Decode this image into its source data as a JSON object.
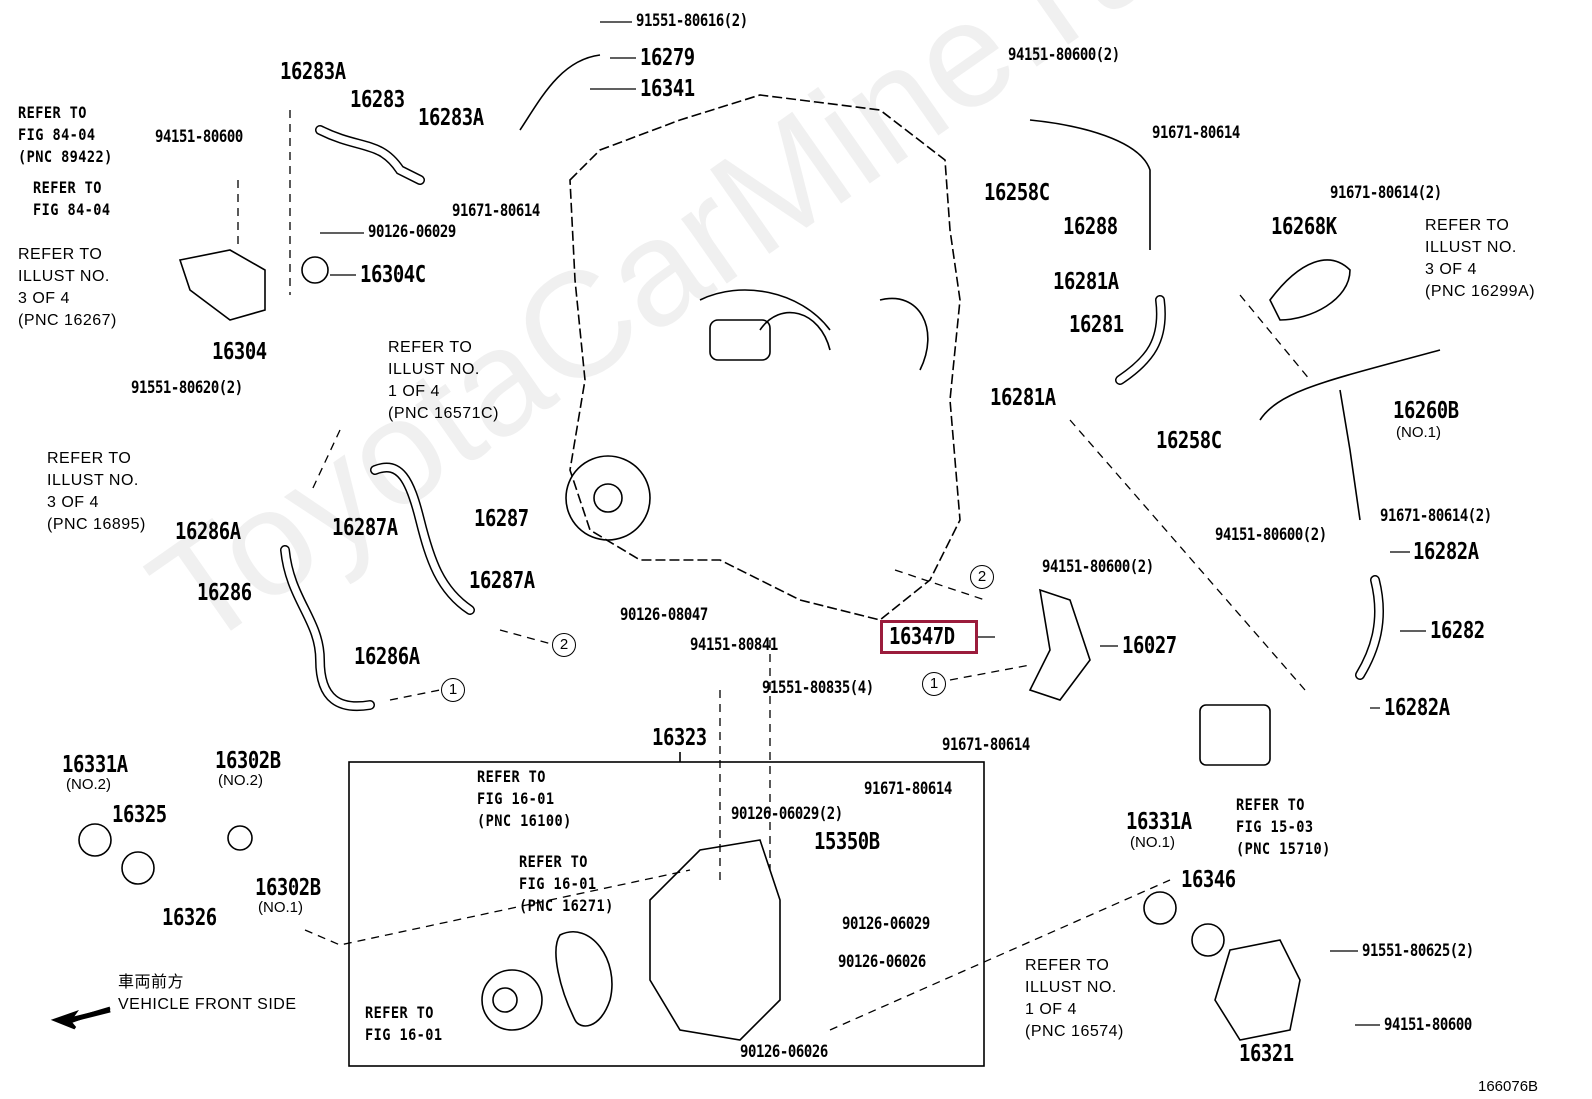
{
  "watermark": "ToyotaCarMine.ru",
  "highlight_color": "#9b1c3c",
  "figure_id": "166076B",
  "vehicle_front": {
    "jp": "車両前方",
    "en": "VEHICLE FRONT SIDE"
  },
  "callouts": [
    "1",
    "2"
  ],
  "parts": {
    "p91551_80616": "91551-80616(2)",
    "p16279": "16279",
    "p16341": "16341",
    "p16283A_a": "16283A",
    "p16283": "16283",
    "p16283A_b": "16283A",
    "p94151_80600_l": "94151-80600",
    "p91671_80614_t": "91671-80614",
    "p90126_06029_t": "90126-06029",
    "p16304C": "16304C",
    "p16304": "16304",
    "p91551_80620": "91551-80620(2)",
    "p16286A_a": "16286A",
    "p16287A_a": "16287A",
    "p16287": "16287",
    "p16286": "16286",
    "p16287A_b": "16287A",
    "p16286A_b": "16286A",
    "p90126_08047": "90126-08047",
    "p94151_80841": "94151-80841",
    "p91551_80835": "91551-80835(4)",
    "p16323": "16323",
    "p16331A_2": "16331A",
    "p16331A_2_sub": "(NO.2)",
    "p16325": "16325",
    "p16302B_2": "16302B",
    "p16302B_2_sub": "(NO.2)",
    "p16302B_1": "16302B",
    "p16302B_1_sub": "(NO.1)",
    "p16326": "16326",
    "p91671_80614_m": "91671-80614",
    "p90126_06029_2": "90126-06029(2)",
    "p15350B": "15350B",
    "p90126_06029_b": "90126-06029",
    "p90126_06026_a": "90126-06026",
    "p90126_06026_b": "90126-06026",
    "p94151_80600_r1": "94151-80600(2)",
    "p91671_80614_r1": "91671-80614",
    "p16258C_a": "16258C",
    "p16288": "16288",
    "p91671_80614_r2": "91671-80614(2)",
    "p16268K": "16268K",
    "p16281A_a": "16281A",
    "p16281": "16281",
    "p16281A_b": "16281A",
    "p16260B": "16260B",
    "p16260B_sub": "(NO.1)",
    "p16258C_b": "16258C",
    "p91671_80614_r3": "91671-80614(2)",
    "p94151_80600_r2": "94151-80600(2)",
    "p16282A_a": "16282A",
    "p94151_80600_r3": "94151-80600(2)",
    "p16347D": "16347D",
    "p16027": "16027",
    "p16282": "16282",
    "p16282A_b": "16282A",
    "p91671_80614_r4": "91671-80614",
    "p16331A_1": "16331A",
    "p16331A_1_sub": "(NO.1)",
    "p16346": "16346",
    "p91551_80625": "91551-80625(2)",
    "p94151_80600_r4": "94151-80600",
    "p16321": "16321"
  },
  "refs": {
    "r89422": [
      "REFER TO",
      "FIG 84-04",
      "(PNC 89422)"
    ],
    "r8404": [
      "REFER TO",
      "FIG 84-04"
    ],
    "r16267": [
      "REFER TO",
      "ILLUST NO.",
      "3 OF 4",
      "(PNC 16267)"
    ],
    "r16571C": [
      "REFER TO",
      "ILLUST NO.",
      "1 OF 4",
      "(PNC 16571C)"
    ],
    "r16895": [
      "REFER TO",
      "ILLUST NO.",
      "3 OF 4",
      "(PNC 16895)"
    ],
    "r16100": [
      "REFER TO",
      "FIG 16-01",
      "(PNC 16100)"
    ],
    "r16271": [
      "REFER TO",
      "FIG 16-01",
      "(PNC 16271)"
    ],
    "r1601": [
      "REFER TO",
      "FIG 16-01"
    ],
    "r16299A": [
      "REFER TO",
      "ILLUST NO.",
      "3 OF 4",
      "(PNC 16299A)"
    ],
    "r15710": [
      "REFER TO",
      "FIG 15-03",
      "(PNC 15710)"
    ],
    "r16574": [
      "REFER TO",
      "ILLUST NO.",
      "1 OF 4",
      "(PNC 16574)"
    ]
  }
}
